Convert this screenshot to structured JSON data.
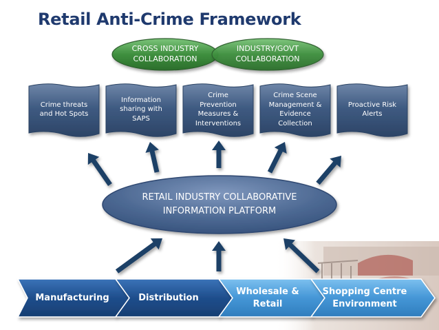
{
  "title": "Retail Anti-Crime Framework",
  "collaboration": [
    "CROSS INDUSTRY\nCOLLABORATION",
    "INDUSTRY/GOVT\nCOLLABORATION"
  ],
  "outputs": [
    "Crime threats\nand Hot Spots",
    "Information\nsharing with\nSAPS",
    "Crime\nPrevention\nMeasures &\nInterventions",
    "Crime Scene\nManagement  &\nEvidence\nCollection",
    "Proactive Risk\nAlerts"
  ],
  "platform": "RETAIL INDUSTRY COLLABORATIVE\nINFORMATION PLATFORM",
  "value_chain": [
    "Manufacturing",
    "Distribution",
    "Wholesale &\nRetail",
    "Shopping Centre\nEnvironment"
  ],
  "colors": {
    "title": "#1f3a6e",
    "banner": "#3d5a80",
    "oval_green": "#3e8a3e",
    "platform": "#4a6591",
    "arrow": "#1e3f66",
    "chevron_dark": "#1f4e8c",
    "chevron_light": "#4a9ad8"
  }
}
